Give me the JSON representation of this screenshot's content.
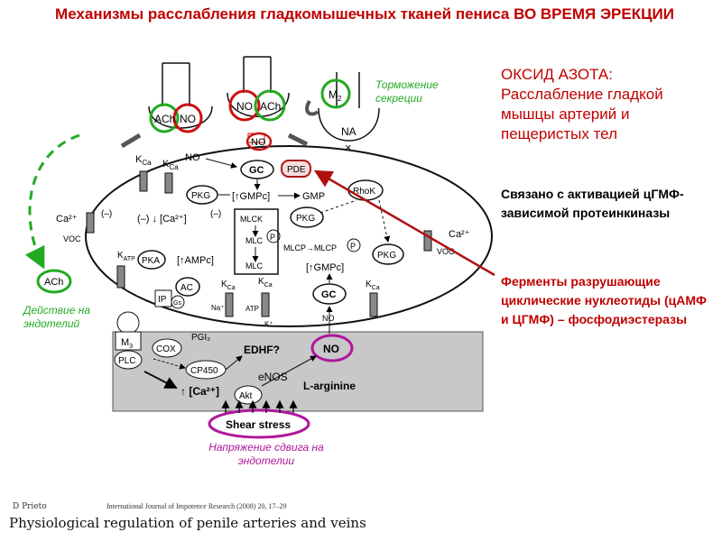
{
  "title": "Механизмы расслабления гладкомышечных тканей пениса ВО ВРЕМЯ ЭРЕКЦИИ",
  "right_panel": {
    "block1": "ОКСИД АЗОТА: Расслабление гладкой мышцы артерий и пещеристых тел",
    "block2": "Связано с активацией цГМФ-зависимой протеинкиназы",
    "block3": "Ферменты разрушающие циклические нуклеотиды (цАМФ и ЦГМФ) – фосфодиэстеразы"
  },
  "notes": {
    "inhibition": "Торможение секреции",
    "endothelium_action": "Действие на эндотелий",
    "shear_note": "Напряжение сдвига на эндотелии"
  },
  "source": {
    "author": "D Prieto",
    "journal": "International Journal of Impotence Research (2008) 20, 17–29",
    "paper_title": "Physiological regulation of penile arteries and veins"
  },
  "diagram": {
    "ach": "ACh",
    "no": "NO",
    "m2": "M",
    "m2_sub": "2",
    "na": "NA",
    "x": "×",
    "kca": "K",
    "kca_sub": "Ca",
    "katp_sub": "ATP",
    "gc": "GC",
    "pde": "PDE",
    "rhok": "RhoK",
    "pkg": "PKG",
    "pka": "PKA",
    "ac": "AC",
    "gmp": "GMP",
    "gmpc": "[↑GMPc]",
    "ampc": "[↑AMPc]",
    "ca2": "Ca²⁺",
    "ca_dec": "(–) ↓ [Ca²⁺]",
    "minus": "(–)",
    "voc": "VOC",
    "mlck": "MLCK",
    "mlc": "MLC",
    "mlcp": "MLCP",
    "p": "P",
    "mlcp_arrow": "MLCP→MLCP",
    "ip": "IP",
    "gs": "Gs",
    "m3": "M",
    "m3_sub": "3",
    "plc": "PLC",
    "cox": "COX",
    "pgi2": "PGI₂",
    "cp450": "CP450",
    "ca_up": "↑ [Ca²⁺]",
    "akt": "Akt",
    "enos": "eNOS",
    "edhf": "EDHF?",
    "larg": "L-arginine",
    "shear": "Shear stress",
    "kplus": "K⁺",
    "naplus": "Na⁺",
    "atp": "ATP"
  },
  "colors": {
    "title_red": "#c00000",
    "green": "#22aa22",
    "magenta": "#b0179b",
    "darkred": "#b01010",
    "gray": "#c8c8c8"
  }
}
